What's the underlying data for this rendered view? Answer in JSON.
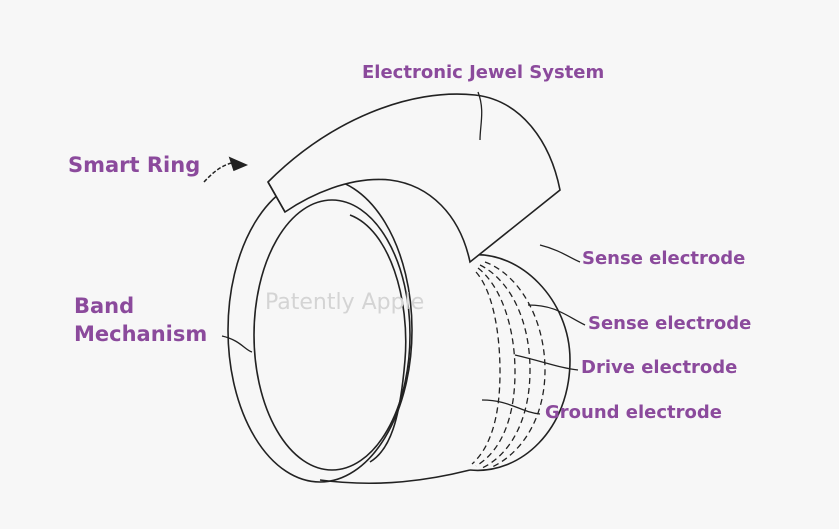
{
  "labels": {
    "jewel": "Electronic Jewel System",
    "smart_ring": "Smart Ring",
    "band_line1": "Band",
    "band_line2": "Mechanism",
    "sense1": "Sense electrode",
    "sense2": "Sense electrode",
    "drive": "Drive electrode",
    "ground": "Ground electrode"
  },
  "watermark": "Patently Apple",
  "colors": {
    "label": "#8b4a9c",
    "background": "#f7f7f7",
    "line": "#222222"
  }
}
